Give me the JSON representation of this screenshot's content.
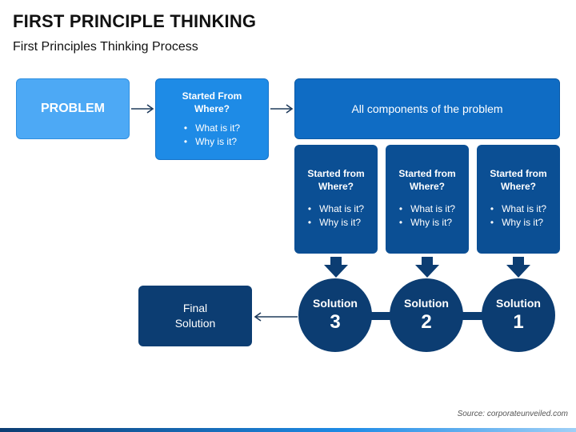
{
  "header": {
    "title": "FIRST PRINCIPLE THINKING",
    "subtitle": "First Principles Thinking Process"
  },
  "problem": {
    "label": "PROBLEM"
  },
  "started_main": {
    "heading_line1": "Started From",
    "heading_line2": "Where?",
    "bullets": [
      "What is it?",
      "Why is it?"
    ]
  },
  "components": {
    "label": "All components of the problem"
  },
  "sub_boxes": [
    {
      "heading_line1": "Started from",
      "heading_line2": "Where?",
      "bullets": [
        "What is it?",
        "Why is it?"
      ]
    },
    {
      "heading_line1": "Started from",
      "heading_line2": "Where?",
      "bullets": [
        "What is it?",
        "Why is it?"
      ]
    },
    {
      "heading_line1": "Started from",
      "heading_line2": "Where?",
      "bullets": [
        "What is it?",
        "Why is it?"
      ]
    }
  ],
  "solutions": [
    {
      "label": "Solution",
      "number": "3"
    },
    {
      "label": "Solution",
      "number": "2"
    },
    {
      "label": "Solution",
      "number": "1"
    }
  ],
  "final": {
    "line1": "Final",
    "line2": "Solution"
  },
  "footer": {
    "source": "Source: corporateunveiled.com"
  },
  "colors": {
    "light_blue": "#4da9f5",
    "mid_blue": "#1e8be6",
    "blue": "#0f6cc4",
    "dark_blue": "#0b4f94",
    "navy": "#0c3d72"
  }
}
